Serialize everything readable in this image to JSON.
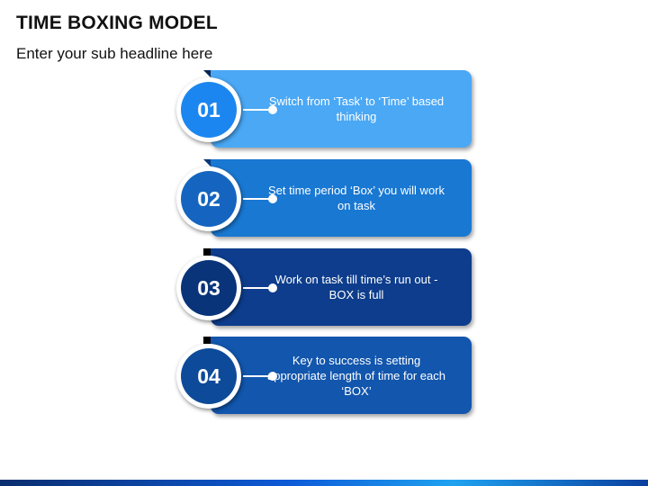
{
  "header": {
    "title": "TIME BOXING MODEL",
    "subtitle": "Enter your sub headline here"
  },
  "steps": [
    {
      "number": "01",
      "text": "Switch from ‘Task’ to ‘Time’ based thinking",
      "card_color": "#4aa8f5",
      "circle_color": "#1c86f0",
      "fold_color": "#1f6fc4"
    },
    {
      "number": "02",
      "text": "Set time period ‘Box’ you will work on task",
      "card_color": "#1978d2",
      "circle_color": "#1565c0",
      "fold_color": "#0d4d96"
    },
    {
      "number": "03",
      "text": "Work on task till time’s run out - BOX is full",
      "card_color": "#0d3d8c",
      "circle_color": "#0a3479",
      "fold_color": "#062454"
    },
    {
      "number": "04",
      "text": "Key to success is setting appropriate length of time for each ‘BOX’",
      "card_color": "#1256ad",
      "circle_color": "#0e4a9a",
      "fold_color": "#083775"
    }
  ]
}
